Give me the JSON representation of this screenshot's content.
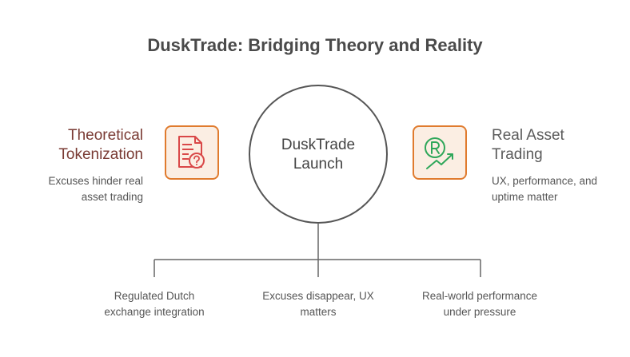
{
  "title": "DuskTrade: Bridging Theory and Reality",
  "center": {
    "label_line1": "DuskTrade",
    "label_line2": "Launch"
  },
  "left_node": {
    "title_line1": "Theoretical",
    "title_line2": "Tokenization",
    "desc_line1": "Excuses hinder real",
    "desc_line2": "asset trading",
    "icon": "document-question-icon"
  },
  "right_node": {
    "title_line1": "Real Asset",
    "title_line2": "Trading",
    "desc_line1": "UX, performance, and",
    "desc_line2": "uptime matter",
    "icon": "coin-growth-icon"
  },
  "bottom_items": [
    {
      "line1": "Regulated Dutch",
      "line2": "exchange integration"
    },
    {
      "line1": "Excuses disappear, UX",
      "line2": "matters"
    },
    {
      "line1": "Real-world performance",
      "line2": "under pressure"
    }
  ],
  "colors": {
    "title": "#4a4a4a",
    "left_title": "#7a3b34",
    "left_icon": "#d94848",
    "right_icon": "#2fa75a",
    "icon_border": "#e07b2e",
    "icon_fill": "#fbeee3",
    "line": "#666666"
  }
}
